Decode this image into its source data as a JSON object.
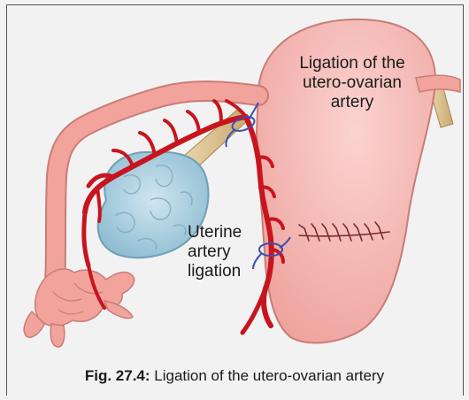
{
  "labels": {
    "top_right": "Ligation of the utero-ovarian artery",
    "middle": "Uterine artery ligation"
  },
  "caption": {
    "figure_number": "Fig. 27.4:",
    "text": "Ligation of the utero-ovarian artery"
  },
  "colors": {
    "uterus": "#f5b7b4",
    "fallopian_tube": "#f2a39c",
    "artery": "#c8141e",
    "ovary": "#a9cfe0",
    "ligament": "#e6cfa0",
    "suture": "#3a4fb0",
    "background": "#f2f2f2"
  }
}
